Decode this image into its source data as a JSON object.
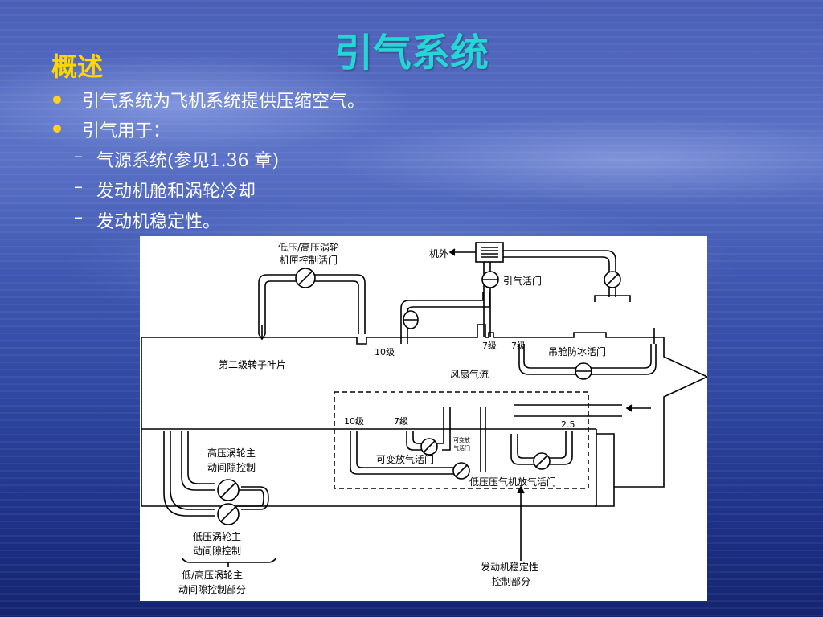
{
  "slide": {
    "title": "引气系统",
    "section": "概述",
    "bullets": [
      "引气系统为飞机系统提供压缩空气。",
      "引气用于："
    ],
    "sub_bullets": [
      "气源系统(参见1.36 章)",
      "发动机舱和涡轮冷却",
      "发动机稳定性。"
    ],
    "bullet_color": "#ffd21f",
    "title_color": "#24d6d6",
    "section_color": "#ffd700"
  },
  "diagram": {
    "labels": {
      "lp_hp_turbine_valve_1": "低压/高压涡轮",
      "lp_hp_turbine_valve_2": "机匣控制活门",
      "overboard": "机外",
      "bleed_valve": "引气活门",
      "stage2_blade": "第二级转子叶片",
      "stage10_a": "10级",
      "stage7_a": "7级",
      "stage7_b": "7级",
      "nacelle_anti_ice": "吊舱防冰活门",
      "fan_airflow": "风扇气流",
      "stage10_b": "10级",
      "stage7_c": "7级",
      "stage25": "2.5",
      "vbv_small_1": "可变放",
      "vbv_small_2": "气活门",
      "vbv": "可变放气活门",
      "hp_turbine_1": "高压涡轮主",
      "hp_turbine_2": "动间隙控制",
      "lp_compressor_bleed": "低压压气机放气活门",
      "lp_turbine_1": "低压涡轮主",
      "lp_turbine_2": "动间隙控制",
      "lp_hp_clearance_1": "低/高压涡轮主",
      "lp_hp_clearance_2": "动间隙控制部分",
      "engine_stability_1": "发动机稳定性",
      "engine_stability_2": "控制部分"
    }
  }
}
